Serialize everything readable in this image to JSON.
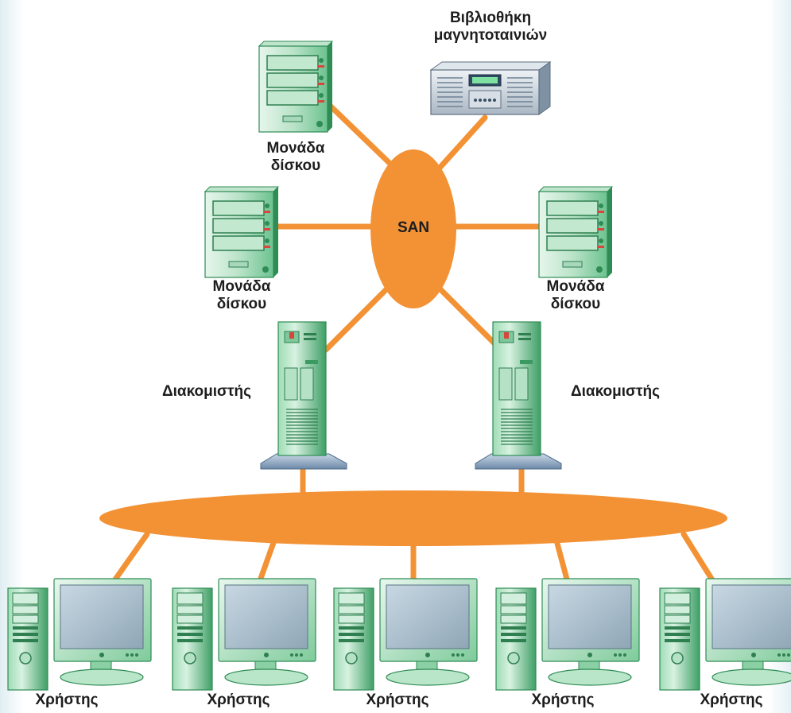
{
  "san": {
    "label": "SAN"
  },
  "tape_library": {
    "line1": "Βιβλιοθήκη",
    "line2": "μαγνητοταινιών"
  },
  "disk_units": [
    {
      "line1": "Μονάδα",
      "line2": "δίσκου"
    },
    {
      "line1": "Μονάδα",
      "line2": "δίσκου"
    },
    {
      "line1": "Μονάδα",
      "line2": "δίσκου"
    }
  ],
  "servers": [
    {
      "label": "Διακομιστής"
    },
    {
      "label": "Διακομιστής"
    }
  ],
  "users": [
    {
      "label": "Χρήστης"
    },
    {
      "label": "Χρήστης"
    },
    {
      "label": "Χρήστης"
    },
    {
      "label": "Χρήστης"
    },
    {
      "label": "Χρήστης"
    }
  ],
  "colors": {
    "network": "#f39235",
    "device_green": "#3fae6b",
    "device_light": "#c9ecd6",
    "tape_gray": "#c8d2dc"
  }
}
